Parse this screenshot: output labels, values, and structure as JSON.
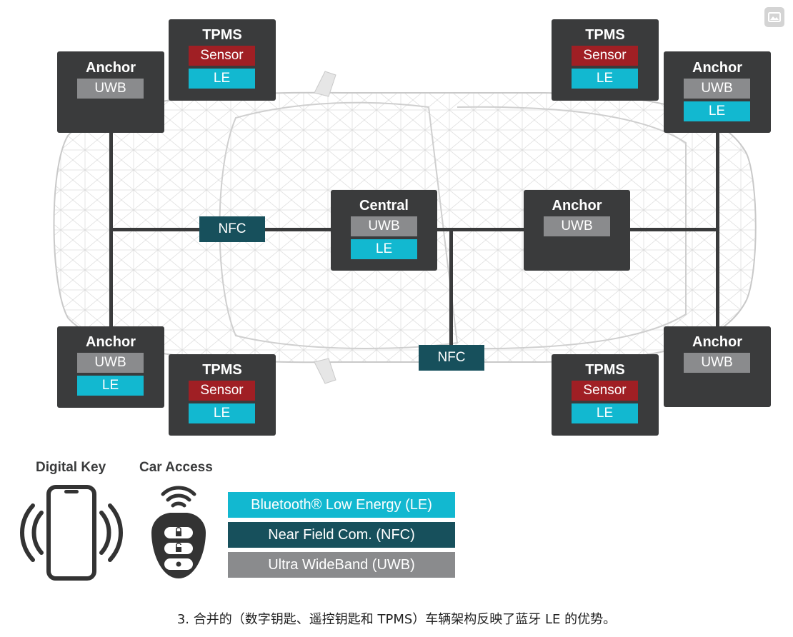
{
  "diagram": {
    "nodes": {
      "anchor_fl": {
        "title": "Anchor",
        "uwb": "UWB"
      },
      "tpms_fl": {
        "title": "TPMS",
        "sensor": "Sensor",
        "le": "LE"
      },
      "tpms_fr": {
        "title": "TPMS",
        "sensor": "Sensor",
        "le": "LE"
      },
      "anchor_fr": {
        "title": "Anchor",
        "uwb": "UWB",
        "le": "LE"
      },
      "central": {
        "title": "Central",
        "uwb": "UWB",
        "le": "LE"
      },
      "anchor_mid": {
        "title": "Anchor",
        "uwb": "UWB"
      },
      "anchor_rl": {
        "title": "Anchor",
        "uwb": "UWB",
        "le": "LE"
      },
      "tpms_rl": {
        "title": "TPMS",
        "sensor": "Sensor",
        "le": "LE"
      },
      "tpms_rr": {
        "title": "TPMS",
        "sensor": "Sensor",
        "le": "LE"
      },
      "anchor_rr": {
        "title": "Anchor",
        "uwb": "UWB"
      }
    },
    "nfc_left": "NFC",
    "nfc_bottom": "NFC"
  },
  "keys": {
    "digital_key": "Digital Key",
    "car_access": "Car Access"
  },
  "legend": {
    "le": "Bluetooth® Low Energy (LE)",
    "nfc": "Near Field Com. (NFC)",
    "uwb": "Ultra WideBand (UWB)"
  },
  "colors": {
    "node_bg": "#3a3b3c",
    "uwb": "#8a8b8d",
    "le": "#12b8d0",
    "sensor": "#a01f24",
    "nfc": "#17505c"
  },
  "caption": "3. 合并的（数字钥匙、遥控钥匙和 TPMS）车辆架构反映了蓝牙 LE 的优势。"
}
